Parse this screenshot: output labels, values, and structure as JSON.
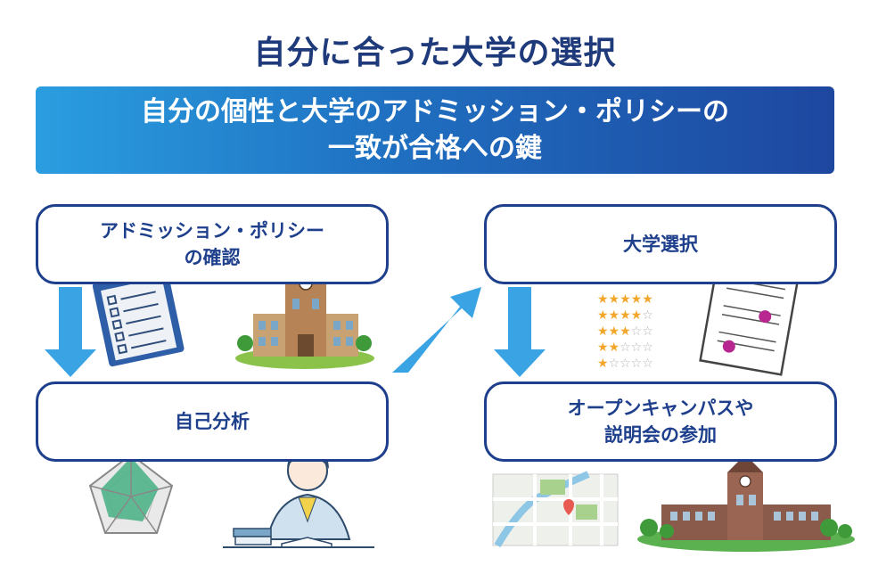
{
  "title": "自分に合った大学の選択",
  "banner": {
    "line1": "自分の個性と大学のアドミッション・ポリシーの",
    "line2": "一致が合格への鍵"
  },
  "steps": [
    {
      "line1": "アドミッション・ポリシー",
      "line2": "の確認"
    },
    {
      "line1": "大学選択",
      "line2": ""
    },
    {
      "line1": "自己分析",
      "line2": ""
    },
    {
      "line1": "オープンキャンパスや",
      "line2": "説明会の参加"
    }
  ],
  "ratings": [
    5,
    4,
    3,
    2,
    1
  ],
  "colors": {
    "title": "#1f3a7a",
    "box_border": "#1e3f8c",
    "arrow": "#3aa3e4",
    "banner_start": "#2a9ee0",
    "banner_end": "#1e47a0"
  },
  "icons": [
    "clipboard-icon",
    "university-building-icon",
    "radar-chart-icon",
    "thinking-student-icon",
    "star-rating-icon",
    "checked-document-icon",
    "map-icon",
    "campus-building-icon"
  ]
}
